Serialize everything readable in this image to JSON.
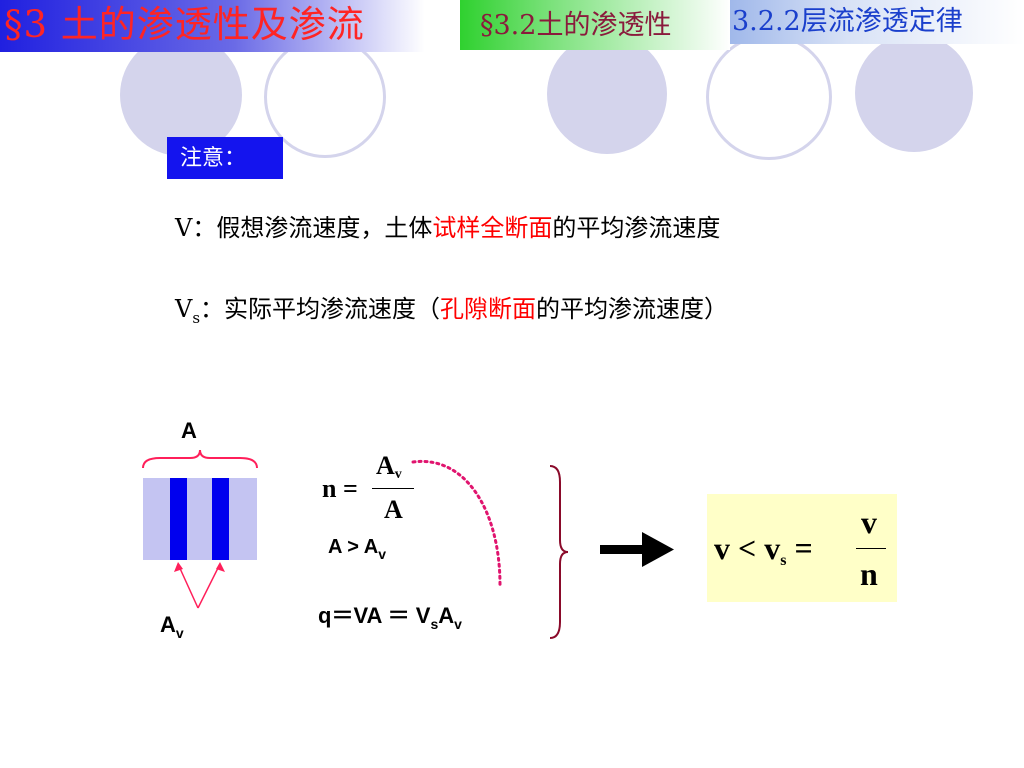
{
  "header": {
    "main_title": "§3 土的渗透性及渗流",
    "section_title": "§3.2土的渗透性",
    "subsection_title": "3.2.2层流渗透定律"
  },
  "note": {
    "label": "注意：",
    "line1": {
      "prefix": "V：假想渗流速度，土体",
      "highlight": "试样全断面",
      "suffix": "的平均渗流速度"
    },
    "line2": {
      "symbol": "V",
      "symbol_sub": "s",
      "prefix": "：实际平均渗流速度（",
      "highlight": "孔隙断面",
      "suffix": "的平均渗流速度）"
    }
  },
  "diagram": {
    "area_label": "A",
    "void_label": "A",
    "void_label_sub": "v"
  },
  "equations": {
    "n_symbol": "n",
    "equals": "=",
    "numerator": "A",
    "numerator_sub": "v",
    "denominator": "A",
    "inequality_lhs": "A > A",
    "inequality_sub": "v",
    "flow_lhs": "q＝VA ＝ V",
    "flow_sub1": "s",
    "flow_mid": "A",
    "flow_sub2": "v"
  },
  "result": {
    "v": "v",
    "lt": "<",
    "vs": "v",
    "vs_sub": "s",
    "eq": "=",
    "frac_num": "v",
    "frac_den": "n"
  },
  "colors": {
    "title_red": "#ff2424",
    "sub_title_blue": "#1a3fcc",
    "note_box": "#1414ee",
    "highlight_red": "#ff0000",
    "strip_blue": "#0000ee",
    "strip_light": "#c4c4f2",
    "result_bg": "#ffffc8"
  }
}
